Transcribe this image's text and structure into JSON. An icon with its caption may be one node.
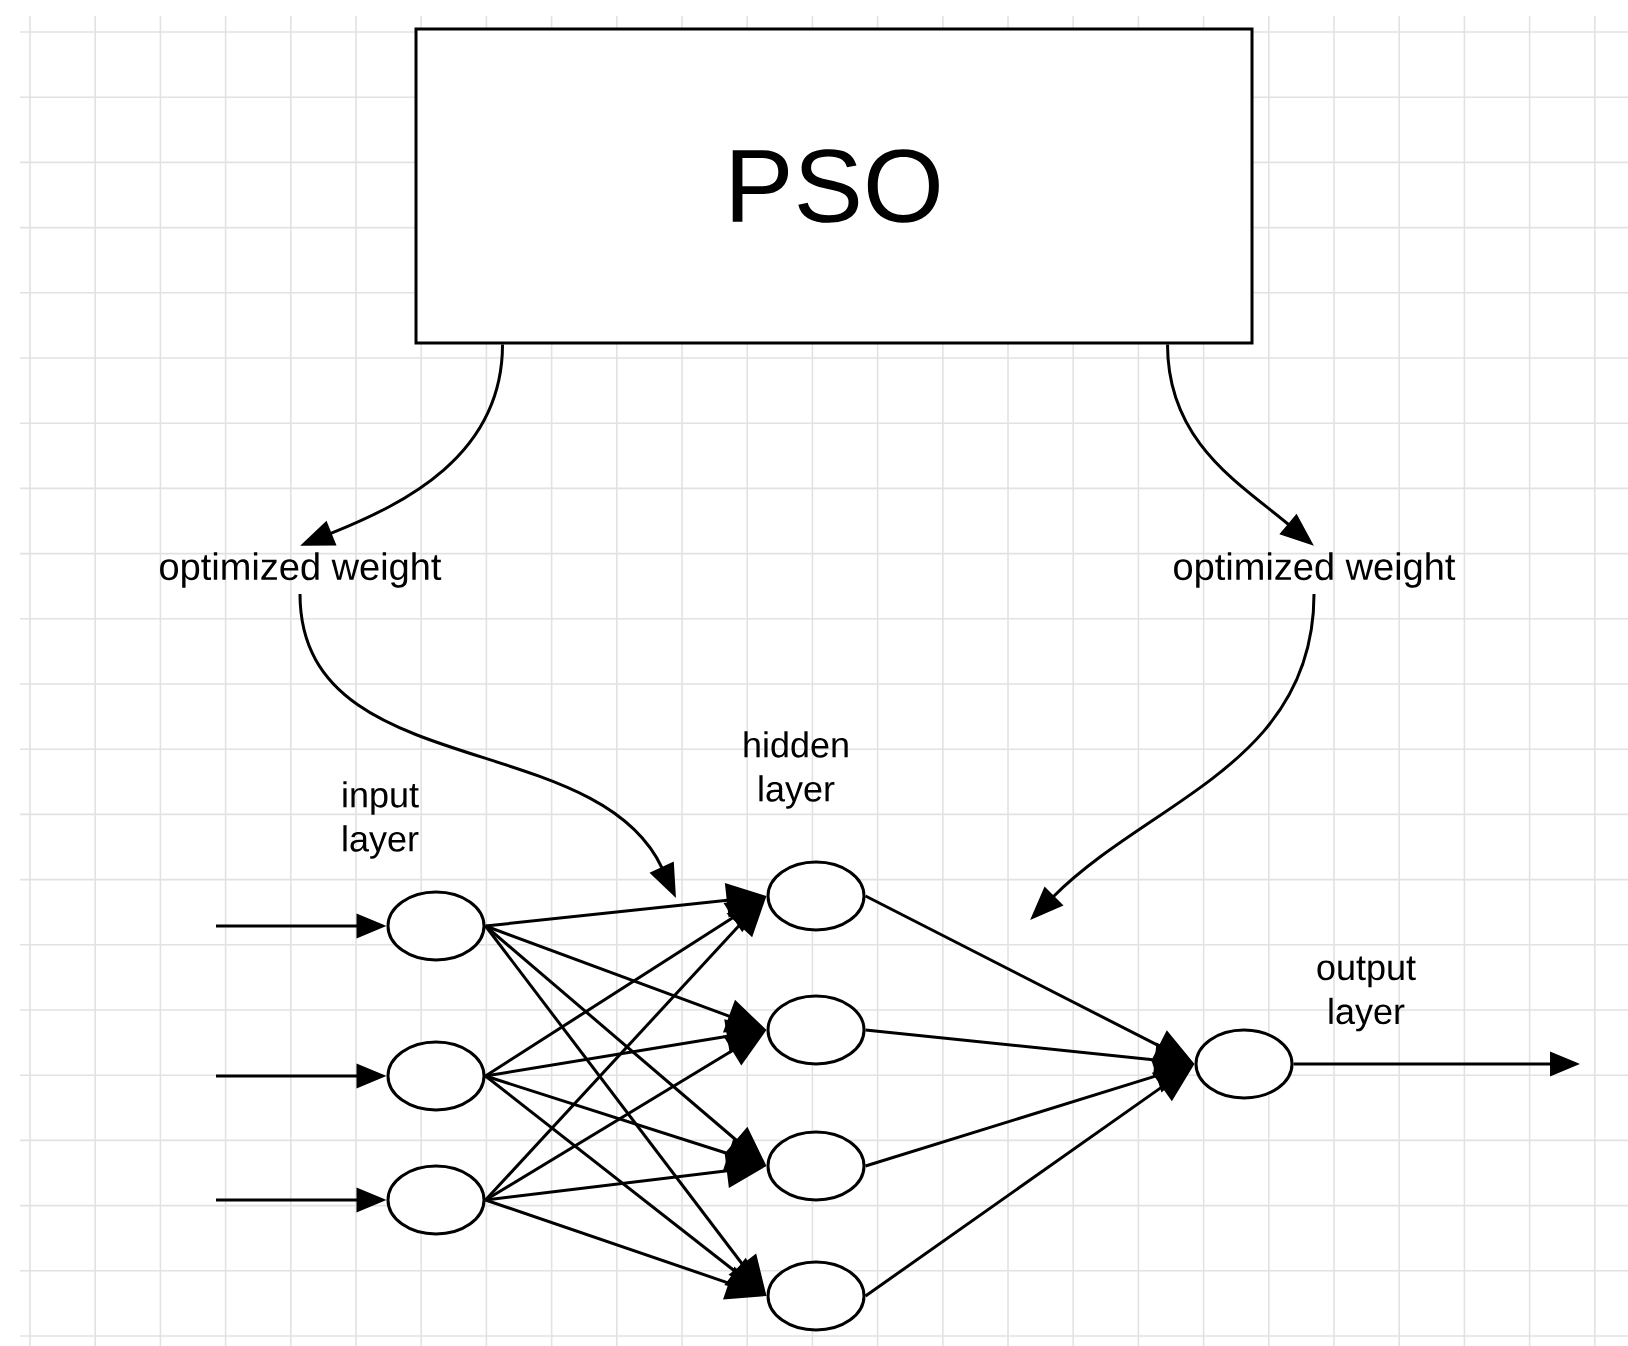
{
  "diagram": {
    "nodes": [
      {
        "text": [
          "PSO"
        ]
      },
      {
        "text": [
          "optimized weight"
        ]
      },
      {
        "text": [
          "optimized weight"
        ]
      },
      {
        "text": [],
        "shape": "circle"
      },
      {
        "text": [],
        "shape": "circle"
      },
      {
        "text": [],
        "shape": "circle"
      },
      {
        "text": [],
        "shape": "circle"
      },
      {
        "text": [],
        "shape": "circle"
      },
      {
        "text": [],
        "shape": "circle"
      },
      {
        "text": [],
        "shape": "circle"
      },
      {
        "text": [],
        "shape": "circle"
      }
    ],
    "edges": [
      {
        "from": 0,
        "to": 1,
        "arrow": "to"
      },
      {
        "from": 0,
        "to": 2,
        "arrow": "to"
      },
      {
        "from": 1,
        "to": null,
        "arrow": "to"
      },
      {
        "from": 2,
        "to": null,
        "arrow": "to"
      },
      {
        "from": null,
        "to": 3,
        "arrow": "to"
      },
      {
        "from": null,
        "to": 4,
        "arrow": "to"
      },
      {
        "from": null,
        "to": 5,
        "arrow": "to"
      },
      {
        "from": 3,
        "to": 6,
        "arrow": "to"
      },
      {
        "from": 3,
        "to": 7,
        "arrow": "to"
      },
      {
        "from": 3,
        "to": 8,
        "arrow": "to"
      },
      {
        "from": 3,
        "to": 9,
        "arrow": "to"
      },
      {
        "from": 4,
        "to": 6,
        "arrow": "to"
      },
      {
        "from": 4,
        "to": 7,
        "arrow": "to"
      },
      {
        "from": 4,
        "to": 8,
        "arrow": "to"
      },
      {
        "from": 4,
        "to": 9,
        "arrow": "to"
      },
      {
        "from": 5,
        "to": 6,
        "arrow": "to"
      },
      {
        "from": 5,
        "to": 7,
        "arrow": "to"
      },
      {
        "from": 5,
        "to": 8,
        "arrow": "to"
      },
      {
        "from": 5,
        "to": 9,
        "arrow": "to"
      },
      {
        "from": 6,
        "to": 10,
        "arrow": "to"
      },
      {
        "from": 7,
        "to": 10,
        "arrow": "to"
      },
      {
        "from": 8,
        "to": 10,
        "arrow": "to"
      },
      {
        "from": 9,
        "to": 10,
        "arrow": "to"
      },
      {
        "from": 10,
        "to": null,
        "arrow": "to"
      }
    ],
    "labels": [
      "input layer",
      "hidden layer",
      "output layer"
    ]
  }
}
